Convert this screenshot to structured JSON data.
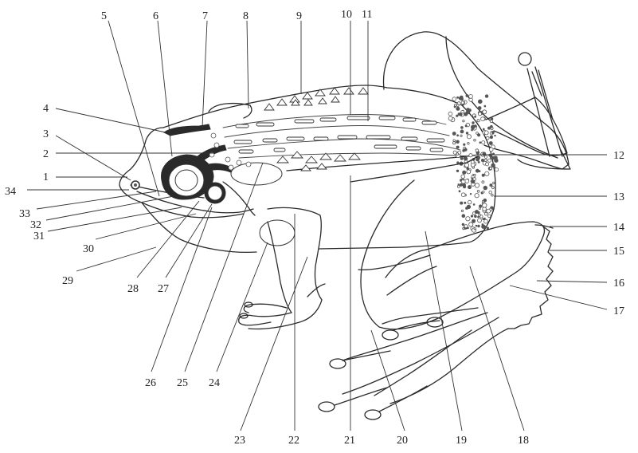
{
  "diagram": {
    "labels": [
      {
        "id": "1",
        "text": "1"
      },
      {
        "id": "2",
        "text": "2"
      },
      {
        "id": "3",
        "text": "3"
      },
      {
        "id": "4",
        "text": "4"
      },
      {
        "id": "5",
        "text": "5"
      },
      {
        "id": "6",
        "text": "6"
      },
      {
        "id": "7",
        "text": "7"
      },
      {
        "id": "8",
        "text": "8"
      },
      {
        "id": "9",
        "text": "9"
      },
      {
        "id": "10",
        "text": "10"
      },
      {
        "id": "11",
        "text": "11"
      },
      {
        "id": "12",
        "text": "12"
      },
      {
        "id": "13",
        "text": "13"
      },
      {
        "id": "14",
        "text": "14"
      },
      {
        "id": "15",
        "text": "15"
      },
      {
        "id": "16",
        "text": "16"
      },
      {
        "id": "17",
        "text": "17"
      },
      {
        "id": "18",
        "text": "18"
      },
      {
        "id": "19",
        "text": "19"
      },
      {
        "id": "20",
        "text": "20"
      },
      {
        "id": "21",
        "text": "21"
      },
      {
        "id": "22",
        "text": "22"
      },
      {
        "id": "23",
        "text": "23"
      },
      {
        "id": "24",
        "text": "24"
      },
      {
        "id": "25",
        "text": "25"
      },
      {
        "id": "26",
        "text": "26"
      },
      {
        "id": "27",
        "text": "27"
      },
      {
        "id": "28",
        "text": "28"
      },
      {
        "id": "29",
        "text": "29"
      },
      {
        "id": "30",
        "text": "30"
      },
      {
        "id": "31",
        "text": "31"
      },
      {
        "id": "32",
        "text": "32"
      },
      {
        "id": "33",
        "text": "33"
      },
      {
        "id": "34",
        "text": "34"
      }
    ]
  }
}
